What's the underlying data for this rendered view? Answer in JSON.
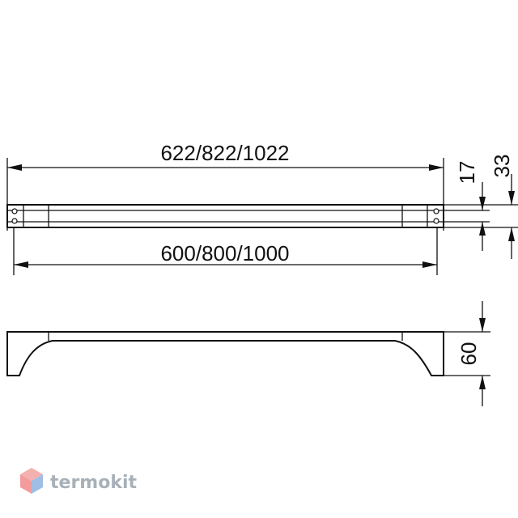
{
  "top_view": {
    "overall_length_label": "622/822/1022",
    "mount_length_label": "600/800/1000",
    "bar_height_label": "17",
    "mount_height_label": "33"
  },
  "side_view": {
    "projection_label": "60"
  },
  "watermark": {
    "brand": "termokit"
  }
}
